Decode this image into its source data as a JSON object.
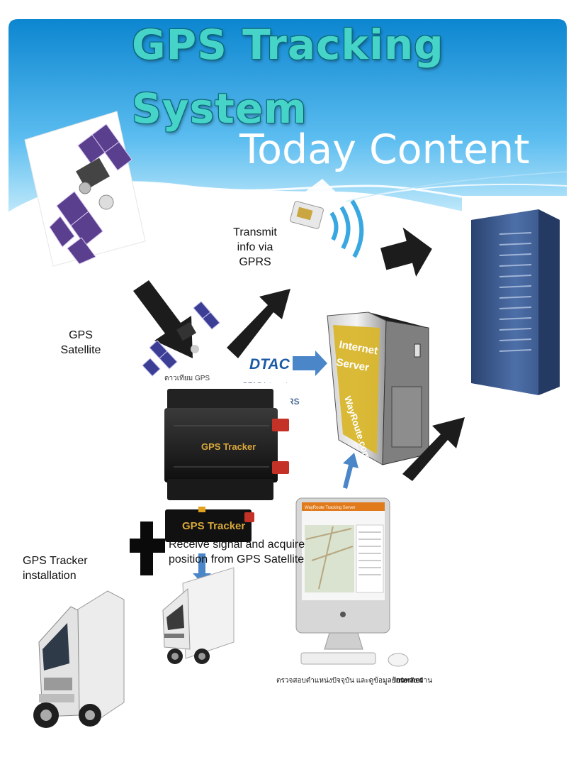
{
  "header": {
    "title_line1": "GPS Tracking",
    "title_line2": "System",
    "subtitle": "Today Content"
  },
  "labels": {
    "transmit_line1": "Transmit",
    "transmit_line2": "info via",
    "transmit_line3": "GPRS",
    "gps_line1": "GPS",
    "gps_line2": "Satellite",
    "install_line1": "GPS Tracker",
    "install_line2": "installation",
    "receive_line1": "Receive signal and acquire",
    "receive_line2": "position from GPS Satellite"
  },
  "images": {
    "satellite_caption": "ดาวเทียม GPS",
    "dtac_logo": "DTAC",
    "dtac_caption": "DTAC Internet",
    "gprs_fragment": "RS",
    "tracker_label": "GPS Tracker",
    "server_line1": "Internet",
    "server_line2": "Server",
    "server_brand": "WayRoute.com",
    "monitor_header": "WayRoute Tracking Server",
    "monitor_caption_th": "ตรวจสอบตำแหน่งปัจจุบัน และดูข้อมูลย้อนหลัง ผ่าน",
    "monitor_caption_en": "Internet"
  },
  "colors": {
    "sky_top": "#0c86d0",
    "sky_bottom": "#c7ecfb",
    "title_fill": "#47d4c8",
    "arrow_blue": "#4a86c8",
    "arrow_black": "#1c1c1c",
    "server_blue": "#3e5f93"
  }
}
